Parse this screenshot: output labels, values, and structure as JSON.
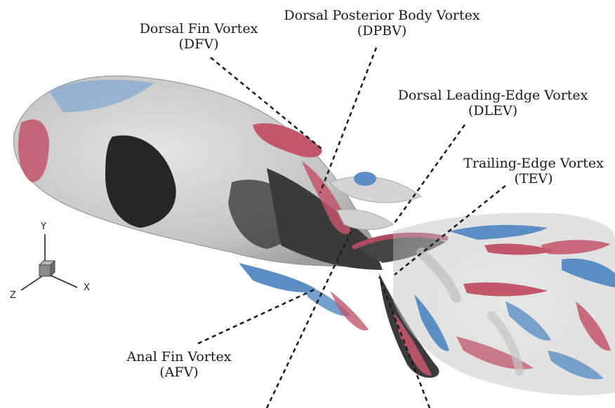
{
  "labels": {
    "dfv": {
      "name": "Dorsal Fin Vortex",
      "abbr": "(DFV)"
    },
    "dpbv": {
      "name": "Dorsal Posterior Body Vortex",
      "abbr": "(DPBV)"
    },
    "dlev": {
      "name": "Dorsal Leading-Edge Vortex",
      "abbr": "(DLEV)"
    },
    "tev": {
      "name": "Trailing-Edge Vortex",
      "abbr": "(TEV)"
    },
    "afv": {
      "name": "Anal Fin Vortex",
      "abbr": "(AFV)"
    }
  },
  "axes": {
    "y": "Y",
    "z": "Z",
    "x": "X"
  },
  "colors": {
    "body": "#c9c9c9",
    "dark_patch": "#2a2a2a",
    "positive_vorticity": "#c2566a",
    "negative_vorticity": "#5b8fc4",
    "leader_line": "#1a1a1a"
  }
}
